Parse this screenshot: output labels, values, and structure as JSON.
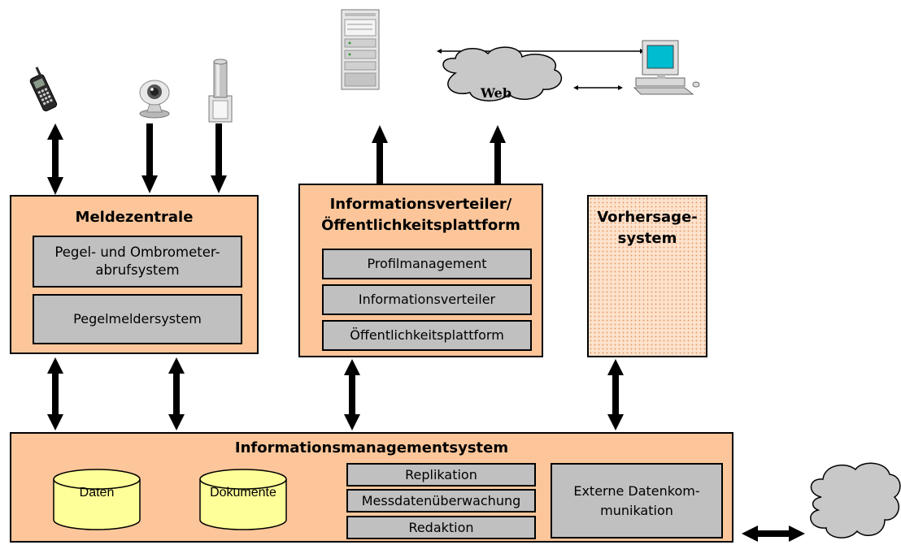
{
  "meldezentrale": {
    "title": "Meldezentrale",
    "item1": "Pegel- und Ombrometer-abrufsystem",
    "item2": "Pegelmeldersystem"
  },
  "infoverteiler": {
    "title_line1": "Informationsverteiler/",
    "title_line2": "Öffentlichkeitsplattform",
    "item1": "Profilmanagement",
    "item2": "Informationsverteiler",
    "item3": "Öffentlichkeitsplattform"
  },
  "vorhersage": {
    "title_line1": "Vorhersage-",
    "title_line2": "system"
  },
  "ims": {
    "title": "Informationsmanagementsystem",
    "cyl1": "Daten",
    "cyl2": "Dokumente",
    "item1": "Replikation",
    "item2": "Messdatenüberwachung",
    "item3": "Redaktion",
    "item4": "Externe Datenkom-munikation"
  },
  "web_label": "Web",
  "colors": {
    "box_fill": "#fcc69a",
    "module_fill": "#c0c0c0",
    "cylinder_fill": "#ffff99",
    "cloud_fill": "#c8c8c8"
  },
  "icons": [
    "mobile-phone-icon",
    "webcam-icon",
    "gauge-sensor-icon",
    "server-icon",
    "web-cloud-icon",
    "desktop-computer-icon",
    "external-cloud-icon"
  ]
}
